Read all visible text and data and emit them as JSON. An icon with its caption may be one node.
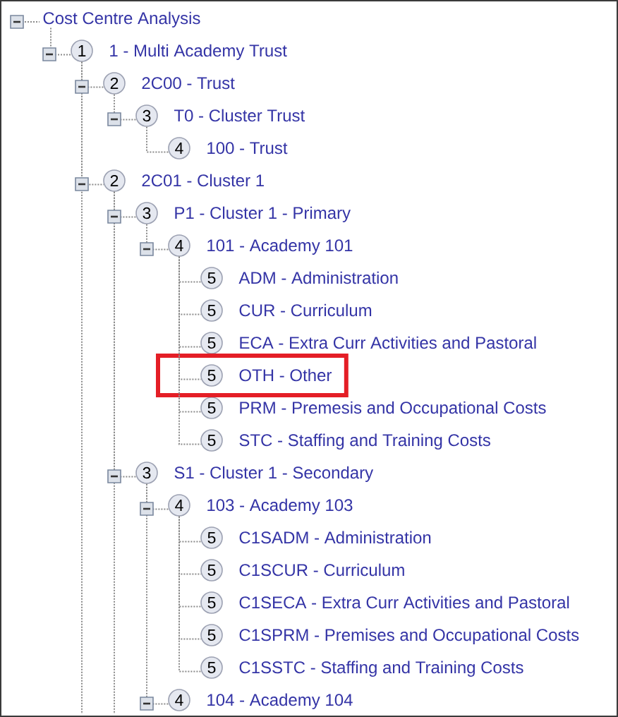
{
  "diagram": {
    "nodes": [
      {
        "text": [
          "Cost Centre Analysis"
        ]
      },
      {
        "text": [
          "1"
        ],
        "beside": [
          "1 - Multi Academy Trust"
        ]
      },
      {
        "text": [
          "2"
        ],
        "beside": [
          "2C00 - Trust"
        ]
      },
      {
        "text": [
          "3"
        ],
        "beside": [
          "T0 - Cluster Trust"
        ]
      },
      {
        "text": [
          "4"
        ],
        "beside": [
          "100 - Trust"
        ]
      },
      {
        "text": [
          "2"
        ],
        "beside": [
          "2C01 - Cluster 1"
        ]
      },
      {
        "text": [
          "3"
        ],
        "beside": [
          "P1 - Cluster 1 - Primary"
        ]
      },
      {
        "text": [
          "4"
        ],
        "beside": [
          "101 - Academy 101"
        ]
      },
      {
        "text": [
          "5"
        ],
        "beside": [
          "ADM - Administration"
        ]
      },
      {
        "text": [
          "5"
        ],
        "beside": [
          "CUR - Curriculum"
        ]
      },
      {
        "text": [
          "5"
        ],
        "beside": [
          "ECA - Extra Curr Activities and Pastoral"
        ]
      },
      {
        "text": [],
        "shape": "box"
      },
      {
        "text": [
          "5"
        ],
        "beside": [
          "OTH - Other"
        ],
        "in": 11
      },
      {
        "text": [
          "5"
        ],
        "beside": [
          "PRM - Premesis and Occupational Costs"
        ]
      },
      {
        "text": [
          "5"
        ],
        "beside": [
          "STC - Staffing and Training Costs"
        ]
      },
      {
        "text": [
          "3"
        ],
        "beside": [
          "S1 - Cluster 1 - Secondary"
        ]
      },
      {
        "text": [
          "4"
        ],
        "beside": [
          "103 - Academy 103"
        ]
      },
      {
        "text": [
          "5"
        ],
        "beside": [
          "C1SADM - Administration"
        ]
      },
      {
        "text": [
          "5"
        ],
        "beside": [
          "C1SCUR - Curriculum"
        ]
      },
      {
        "text": [
          "5"
        ],
        "beside": [
          "C1SECA - Extra Curr Activities and Pastoral"
        ]
      },
      {
        "text": [
          "5"
        ],
        "beside": [
          "C1SPRM - Premises and Occupational Costs"
        ]
      },
      {
        "text": [
          "5"
        ],
        "beside": [
          "C1SSTC - Staffing and Training Costs"
        ]
      },
      {
        "text": [
          "4"
        ],
        "beside": [
          "104 - Academy 104"
        ]
      }
    ],
    "edges": [
      {
        "from": 0,
        "to": 1,
        "arrow": "none"
      },
      {
        "from": 1,
        "to": 2,
        "arrow": "none"
      },
      {
        "from": 2,
        "to": 3,
        "arrow": "none"
      },
      {
        "from": 3,
        "to": 4,
        "arrow": "none"
      },
      {
        "from": 1,
        "to": 5,
        "arrow": "none"
      },
      {
        "from": 5,
        "to": 6,
        "arrow": "none"
      },
      {
        "from": 6,
        "to": 7,
        "arrow": "none"
      },
      {
        "from": 7,
        "to": 8,
        "arrow": "none"
      },
      {
        "from": 7,
        "to": 9,
        "arrow": "none"
      },
      {
        "from": 7,
        "to": 10,
        "arrow": "none"
      },
      {
        "from": 7,
        "to": 12,
        "arrow": "none"
      },
      {
        "from": 7,
        "to": 13,
        "arrow": "none"
      },
      {
        "from": 7,
        "to": 14,
        "arrow": "none"
      },
      {
        "from": 5,
        "to": 15,
        "arrow": "none"
      },
      {
        "from": 15,
        "to": 16,
        "arrow": "none"
      },
      {
        "from": 16,
        "to": 17,
        "arrow": "none"
      },
      {
        "from": 16,
        "to": 18,
        "arrow": "none"
      },
      {
        "from": 16,
        "to": 19,
        "arrow": "none"
      },
      {
        "from": 16,
        "to": 20,
        "arrow": "none"
      },
      {
        "from": 16,
        "to": 21,
        "arrow": "none"
      },
      {
        "from": 15,
        "to": 22,
        "arrow": "none"
      },
      {
        "from": 1,
        "to": null,
        "arrow": "none"
      },
      {
        "from": 5,
        "to": null,
        "arrow": "none"
      }
    ]
  }
}
